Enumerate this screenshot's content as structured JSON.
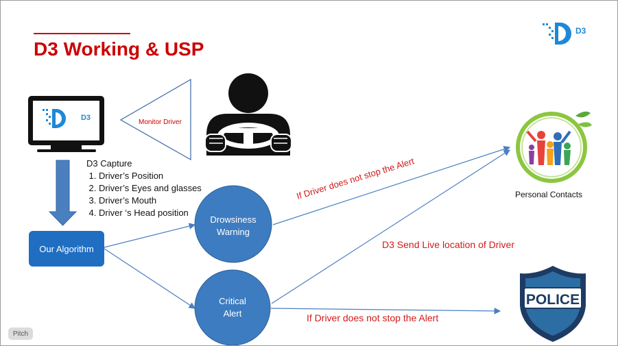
{
  "slide": {
    "title": "D3 Working & USP",
    "logo_text": "D3",
    "monitor_logo_text": "D3",
    "monitor_label": "Monitor Driver",
    "capture": {
      "heading": "D3 Capture",
      "items": [
        "Driver’s Position",
        "Driver’s Eyes and glasses",
        "Driver’s Mouth",
        "Driver ‘s Head position"
      ]
    },
    "algorithm_label": "Our Algorithm",
    "drowsiness": {
      "line1": "Drowsiness",
      "line2": "Warning"
    },
    "critical": {
      "line1": "Critical",
      "line2": "Alert"
    },
    "alert_text_upper": "If Driver does not stop the Alert",
    "alert_text_lower": "If Driver does not stop the Alert",
    "live_location_text": "D3 Send Live location of Driver",
    "personal_contacts_label": "Personal Contacts",
    "police_badge_text": "POLICE",
    "pitch_badge": "Pitch"
  },
  "colors": {
    "title_red": "#cc0000",
    "arrow_red": "#d11a1a",
    "node_blue": "#3d7cc0",
    "algorithm_blue": "#1f6ec2",
    "logo_blue": "#1e88d8",
    "police_navy": "#1d3b63"
  },
  "icons": [
    "driver-steering-icon",
    "monitor-icon",
    "contacts-people-icon",
    "police-badge-icon",
    "d3-logo-icon"
  ]
}
